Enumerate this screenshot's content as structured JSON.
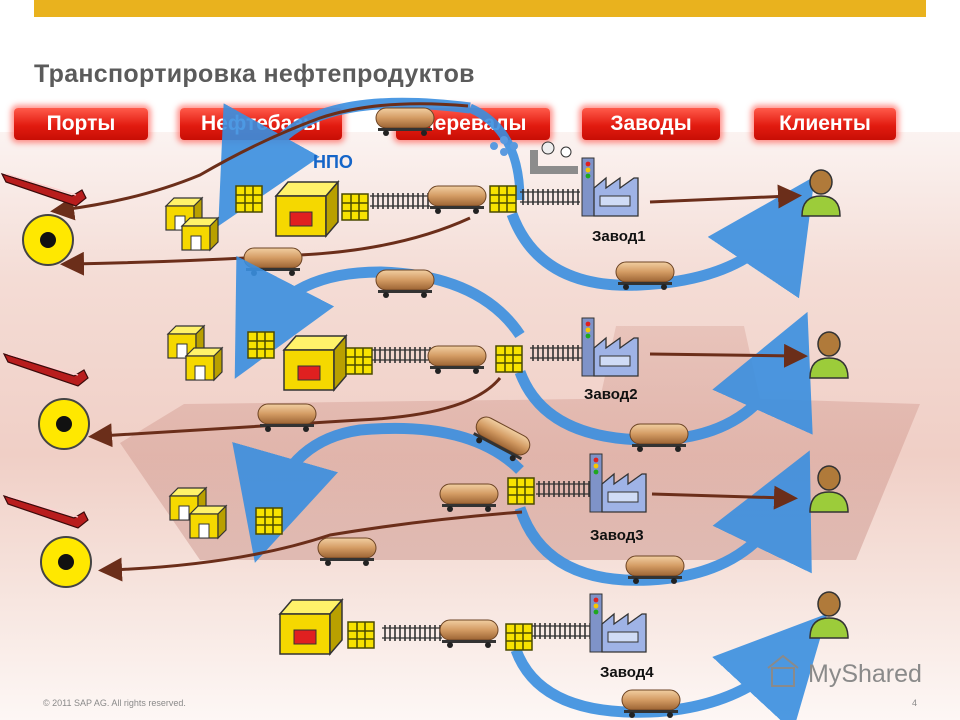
{
  "header": {
    "title": "Транспортировка нефтепродуктов"
  },
  "categories": [
    {
      "label": "Порты"
    },
    {
      "label": "Нефтебазы"
    },
    {
      "label": "Перевалы"
    },
    {
      "label": "Заводы"
    },
    {
      "label": "Клиенты"
    }
  ],
  "annotations": {
    "npo": "НПО"
  },
  "plants": [
    {
      "label": "Завод1"
    },
    {
      "label": "Завод2"
    },
    {
      "label": "Завод3"
    },
    {
      "label": "Завод4"
    }
  ],
  "footer": {
    "copyright": "© 2011 SAP AG. All rights reserved.",
    "page": "4"
  },
  "brand": {
    "name": "MyShared"
  },
  "colors": {
    "topbar": "#e9b21e",
    "category_button": "#e21b10",
    "arrow_blue": "#3a8fe0",
    "arrow_brown": "#6b2e1a",
    "npo_text": "#1565c8"
  }
}
